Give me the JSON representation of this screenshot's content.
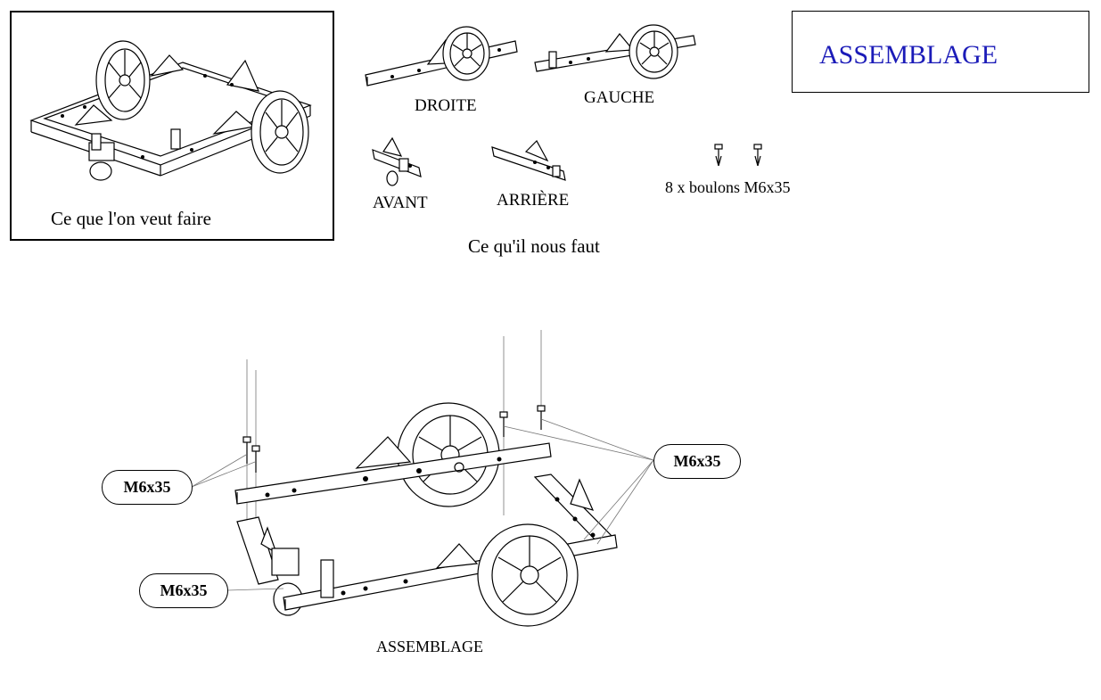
{
  "goal": {
    "caption": "Ce que l'on veut faire"
  },
  "parts": {
    "droite": "DROITE",
    "gauche": "GAUCHE",
    "avant": "AVANT",
    "arriere": "ARRIÈRE",
    "bolts": "8 x boulons M6x35",
    "caption": "Ce qu'il nous faut"
  },
  "title_box": {
    "title": "ASSEMBLAGE",
    "color": "#1b1bb8"
  },
  "assembly": {
    "caption": "ASSEMBLAGE",
    "callouts": [
      "M6x35",
      "M6x35",
      "M6x35"
    ]
  }
}
